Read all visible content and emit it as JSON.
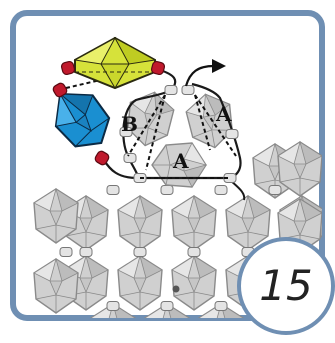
{
  "step": {
    "number": "15"
  },
  "labels": {
    "a1": "A",
    "a2": "A",
    "b": "B"
  },
  "colors": {
    "frame": "#6f8fb3",
    "gray_bead": "#cfcfcf",
    "gray_edge": "#8a8a8a",
    "yellow_bead": "#d6e23a",
    "blue_bead": "#1a8fd1",
    "seed_red": "#c0192c",
    "thread": "#1a1a1a"
  },
  "icons": {
    "arrow": "direction-arrow-icon"
  }
}
